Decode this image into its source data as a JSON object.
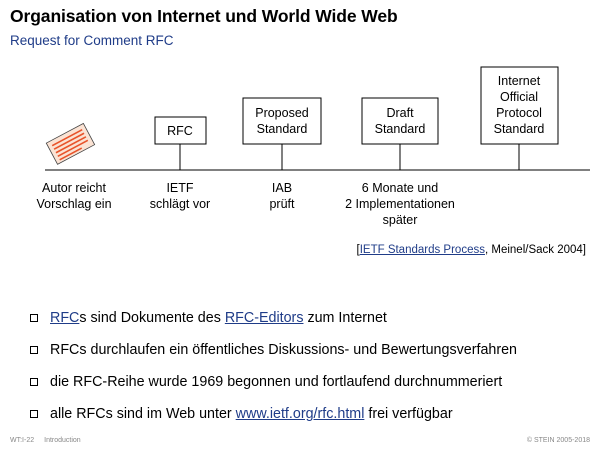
{
  "header": {
    "title": "Organisation von Internet und World Wide Web",
    "subtitle": "Request for Comment RFC"
  },
  "diagram": {
    "boxes": [
      {
        "lines": [
          "RFC"
        ]
      },
      {
        "lines": [
          "Proposed",
          "Standard"
        ]
      },
      {
        "lines": [
          "Draft",
          "Standard"
        ]
      },
      {
        "lines": [
          "Internet",
          "Official",
          "Protocol",
          "Standard"
        ]
      }
    ],
    "steps": [
      {
        "lines": [
          "Autor reicht",
          "Vorschlag ein"
        ]
      },
      {
        "lines": [
          "IETF",
          "schlägt vor"
        ]
      },
      {
        "lines": [
          "IAB",
          "prüft"
        ]
      },
      {
        "lines": [
          "6 Monate und",
          "2 Implementationen",
          "später"
        ]
      }
    ],
    "document_icon": "document-icon"
  },
  "citation": {
    "open": "[",
    "link": "IETF Standards Process",
    "rest": ", Meinel/Sack 2004]"
  },
  "bullets": [
    {
      "p1": "RFC",
      "p2": "s sind Dokumente des ",
      "p3": "RFC-Editors",
      "p4": " zum Internet"
    },
    {
      "text": "RFCs durchlaufen ein öffentliches Diskussions- und Bewertungsverfahren"
    },
    {
      "text": "die RFC-Reihe wurde 1969 begonnen und fortlaufend durchnummeriert"
    },
    {
      "p1": "alle RFCs sind im Web unter ",
      "p2": "www.ietf.org/rfc.html",
      "p3": " frei verfügbar"
    }
  ],
  "footer": {
    "page": "WT:I-22",
    "section": "Introduction",
    "copyright": "© STEIN 2005-2018"
  },
  "colors": {
    "link": "#1f3c88",
    "document_stripes": "#e8532a"
  }
}
